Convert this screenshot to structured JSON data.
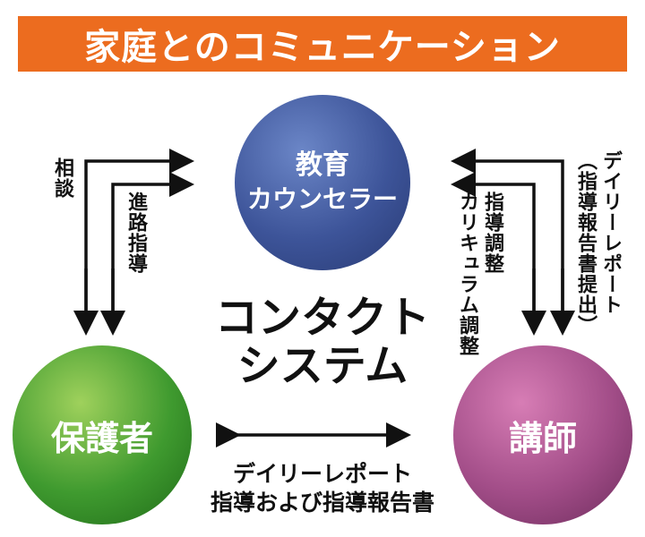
{
  "title": "家庭とのコミュニケーション",
  "nodes": {
    "counselor": {
      "line1": "教育",
      "line2": "カウンセラー",
      "color": "#3d5499"
    },
    "parent": {
      "label": "保護者",
      "color": "#3f9a2f"
    },
    "teacher": {
      "label": "講師",
      "color": "#a24d88"
    }
  },
  "center": {
    "line1": "コンタクト",
    "line2": "システム"
  },
  "labels": {
    "consult": "相談",
    "career": "進路指導",
    "guidance_adjust": "指導調整",
    "curriculum_adjust": "カリキュラム調整",
    "daily_report_line1": "デイリーレポート",
    "daily_report_line2": "（指導報告書提出）",
    "bottom_line1": "デイリーレポート",
    "bottom_line2": "指導および指導報告書"
  },
  "colors": {
    "title_bar": "#ec6c1f",
    "arrow": "#111111"
  }
}
